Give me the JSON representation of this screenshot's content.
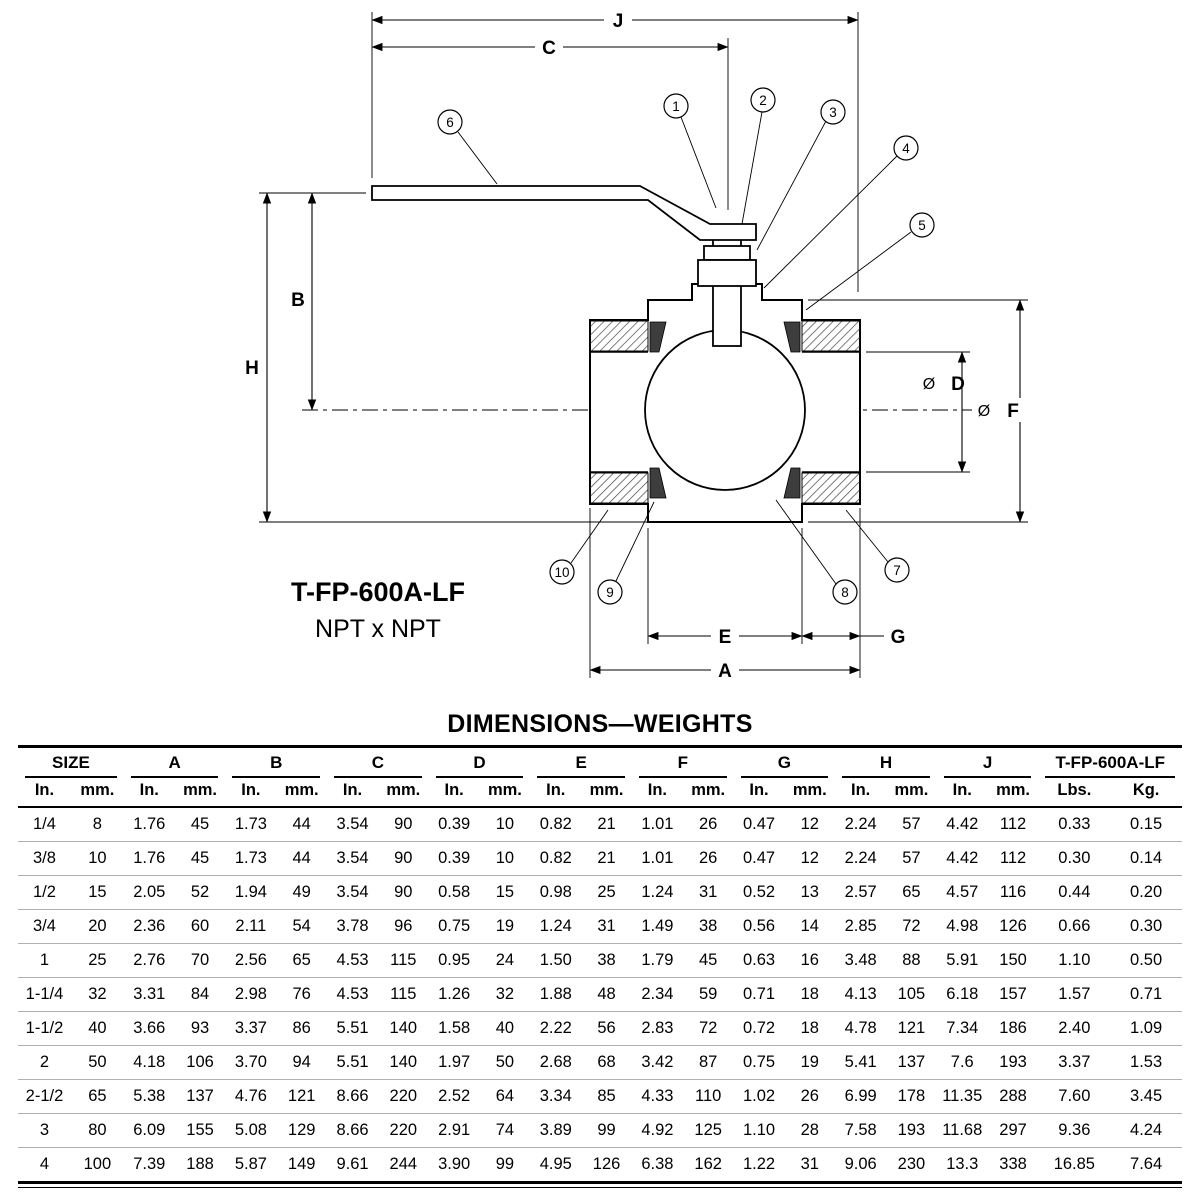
{
  "diagram": {
    "title": "T-FP-600A-LF",
    "subtitle": "NPT x NPT",
    "phi": "Ø",
    "labels": {
      "J": "J",
      "C": "C",
      "B": "B",
      "H": "H",
      "D": "D",
      "F": "F",
      "E": "E",
      "G": "G",
      "A": "A"
    },
    "callouts": [
      "1",
      "2",
      "3",
      "4",
      "5",
      "6",
      "7",
      "8",
      "9",
      "10"
    ]
  },
  "table": {
    "title": "DIMENSIONS—WEIGHTS",
    "groups": [
      {
        "label": "SIZE",
        "sub": [
          "In.",
          "mm."
        ]
      },
      {
        "label": "A",
        "sub": [
          "In.",
          "mm."
        ]
      },
      {
        "label": "B",
        "sub": [
          "In.",
          "mm."
        ]
      },
      {
        "label": "C",
        "sub": [
          "In.",
          "mm."
        ]
      },
      {
        "label": "D",
        "sub": [
          "In.",
          "mm."
        ]
      },
      {
        "label": "E",
        "sub": [
          "In.",
          "mm."
        ]
      },
      {
        "label": "F",
        "sub": [
          "In.",
          "mm."
        ]
      },
      {
        "label": "G",
        "sub": [
          "In.",
          "mm."
        ]
      },
      {
        "label": "H",
        "sub": [
          "In.",
          "mm."
        ]
      },
      {
        "label": "J",
        "sub": [
          "In.",
          "mm."
        ]
      },
      {
        "label": "T-FP-600A-LF",
        "sub": [
          "Lbs.",
          "Kg."
        ]
      }
    ],
    "rows": [
      [
        "1/4",
        "8",
        "1.76",
        "45",
        "1.73",
        "44",
        "3.54",
        "90",
        "0.39",
        "10",
        "0.82",
        "21",
        "1.01",
        "26",
        "0.47",
        "12",
        "2.24",
        "57",
        "4.42",
        "112",
        "0.33",
        "0.15"
      ],
      [
        "3/8",
        "10",
        "1.76",
        "45",
        "1.73",
        "44",
        "3.54",
        "90",
        "0.39",
        "10",
        "0.82",
        "21",
        "1.01",
        "26",
        "0.47",
        "12",
        "2.24",
        "57",
        "4.42",
        "112",
        "0.30",
        "0.14"
      ],
      [
        "1/2",
        "15",
        "2.05",
        "52",
        "1.94",
        "49",
        "3.54",
        "90",
        "0.58",
        "15",
        "0.98",
        "25",
        "1.24",
        "31",
        "0.52",
        "13",
        "2.57",
        "65",
        "4.57",
        "116",
        "0.44",
        "0.20"
      ],
      [
        "3/4",
        "20",
        "2.36",
        "60",
        "2.11",
        "54",
        "3.78",
        "96",
        "0.75",
        "19",
        "1.24",
        "31",
        "1.49",
        "38",
        "0.56",
        "14",
        "2.85",
        "72",
        "4.98",
        "126",
        "0.66",
        "0.30"
      ],
      [
        "1",
        "25",
        "2.76",
        "70",
        "2.56",
        "65",
        "4.53",
        "115",
        "0.95",
        "24",
        "1.50",
        "38",
        "1.79",
        "45",
        "0.63",
        "16",
        "3.48",
        "88",
        "5.91",
        "150",
        "1.10",
        "0.50"
      ],
      [
        "1-1/4",
        "32",
        "3.31",
        "84",
        "2.98",
        "76",
        "4.53",
        "115",
        "1.26",
        "32",
        "1.88",
        "48",
        "2.34",
        "59",
        "0.71",
        "18",
        "4.13",
        "105",
        "6.18",
        "157",
        "1.57",
        "0.71"
      ],
      [
        "1-1/2",
        "40",
        "3.66",
        "93",
        "3.37",
        "86",
        "5.51",
        "140",
        "1.58",
        "40",
        "2.22",
        "56",
        "2.83",
        "72",
        "0.72",
        "18",
        "4.78",
        "121",
        "7.34",
        "186",
        "2.40",
        "1.09"
      ],
      [
        "2",
        "50",
        "4.18",
        "106",
        "3.70",
        "94",
        "5.51",
        "140",
        "1.97",
        "50",
        "2.68",
        "68",
        "3.42",
        "87",
        "0.75",
        "19",
        "5.41",
        "137",
        "7.6",
        "193",
        "3.37",
        "1.53"
      ],
      [
        "2-1/2",
        "65",
        "5.38",
        "137",
        "4.76",
        "121",
        "8.66",
        "220",
        "2.52",
        "64",
        "3.34",
        "85",
        "4.33",
        "110",
        "1.02",
        "26",
        "6.99",
        "178",
        "11.35",
        "288",
        "7.60",
        "3.45"
      ],
      [
        "3",
        "80",
        "6.09",
        "155",
        "5.08",
        "129",
        "8.66",
        "220",
        "2.91",
        "74",
        "3.89",
        "99",
        "4.92",
        "125",
        "1.10",
        "28",
        "7.58",
        "193",
        "11.68",
        "297",
        "9.36",
        "4.24"
      ],
      [
        "4",
        "100",
        "7.39",
        "188",
        "5.87",
        "149",
        "9.61",
        "244",
        "3.90",
        "99",
        "4.95",
        "126",
        "6.38",
        "162",
        "1.22",
        "31",
        "9.06",
        "230",
        "13.3",
        "338",
        "16.85",
        "7.64"
      ]
    ]
  }
}
